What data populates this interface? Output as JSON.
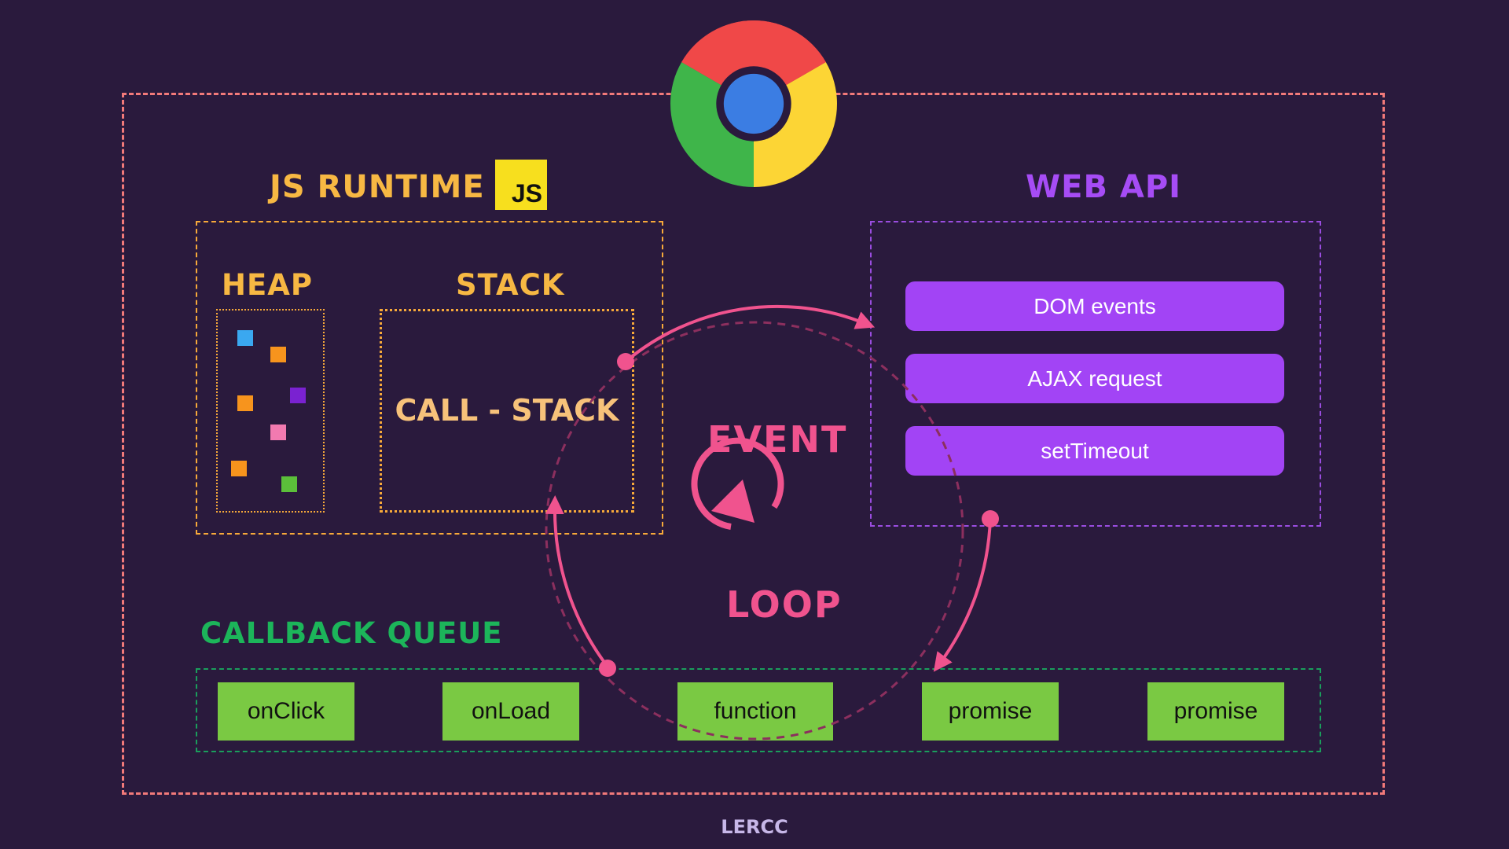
{
  "runtime": {
    "title": "JS RUNTIME",
    "badge": "JS"
  },
  "heap": {
    "title": "HEAP"
  },
  "stack": {
    "title": "STACK",
    "label": "CALL - STACK"
  },
  "web_api": {
    "title": "WEB API",
    "items": [
      "DOM events",
      "AJAX request",
      "setTimeout"
    ]
  },
  "event_loop": {
    "top": "EVENT",
    "bottom": "LOOP"
  },
  "callback_queue": {
    "title": "CALLBACK QUEUE",
    "items": [
      "onClick",
      "onLoad",
      "function",
      "promise",
      "promise"
    ]
  },
  "brand": "LERCC",
  "colors": {
    "background": "#2a1a3d",
    "runtime": "#f7b843",
    "web_api": "#a244f5",
    "queue": "#7ac943",
    "loop": "#f0538e",
    "frame": "#f27a7a"
  },
  "icons": {
    "browser": "chrome-logo"
  }
}
